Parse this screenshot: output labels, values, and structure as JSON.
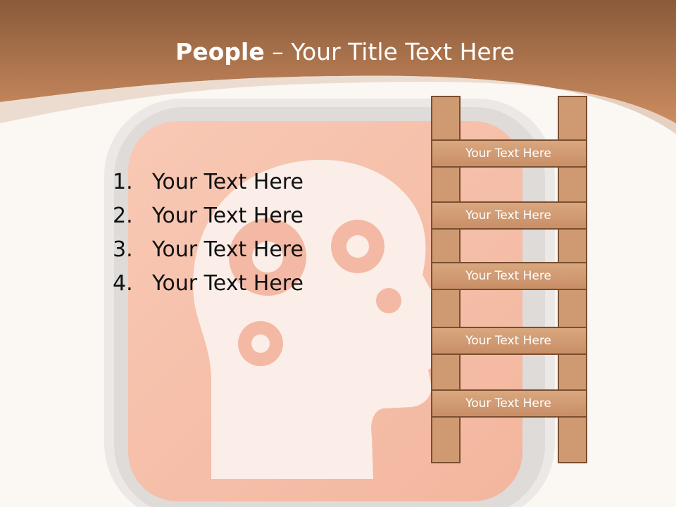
{
  "slide": {
    "title_bold": "People",
    "title_rest": " – Your Title Text Here",
    "list_items": [
      {
        "num": "1.",
        "text": "Your Text Here"
      },
      {
        "num": "2.",
        "text": "Your Text Here"
      },
      {
        "num": "3.",
        "text": "Your Text Here"
      },
      {
        "num": "4.",
        "text": "Your Text Here"
      }
    ],
    "ladder_labels": [
      "Your Text Here",
      "Your Text Here",
      "Your Text Here",
      "Your Text Here",
      "Your Text Here"
    ]
  },
  "colors": {
    "header_brown": "#9a6440",
    "accent_orange": "#cf9a72",
    "background": "#fbf7f3",
    "icon_tile": "#f7c4b0"
  },
  "background_image": {
    "icon": "head-with-gears-icon"
  }
}
